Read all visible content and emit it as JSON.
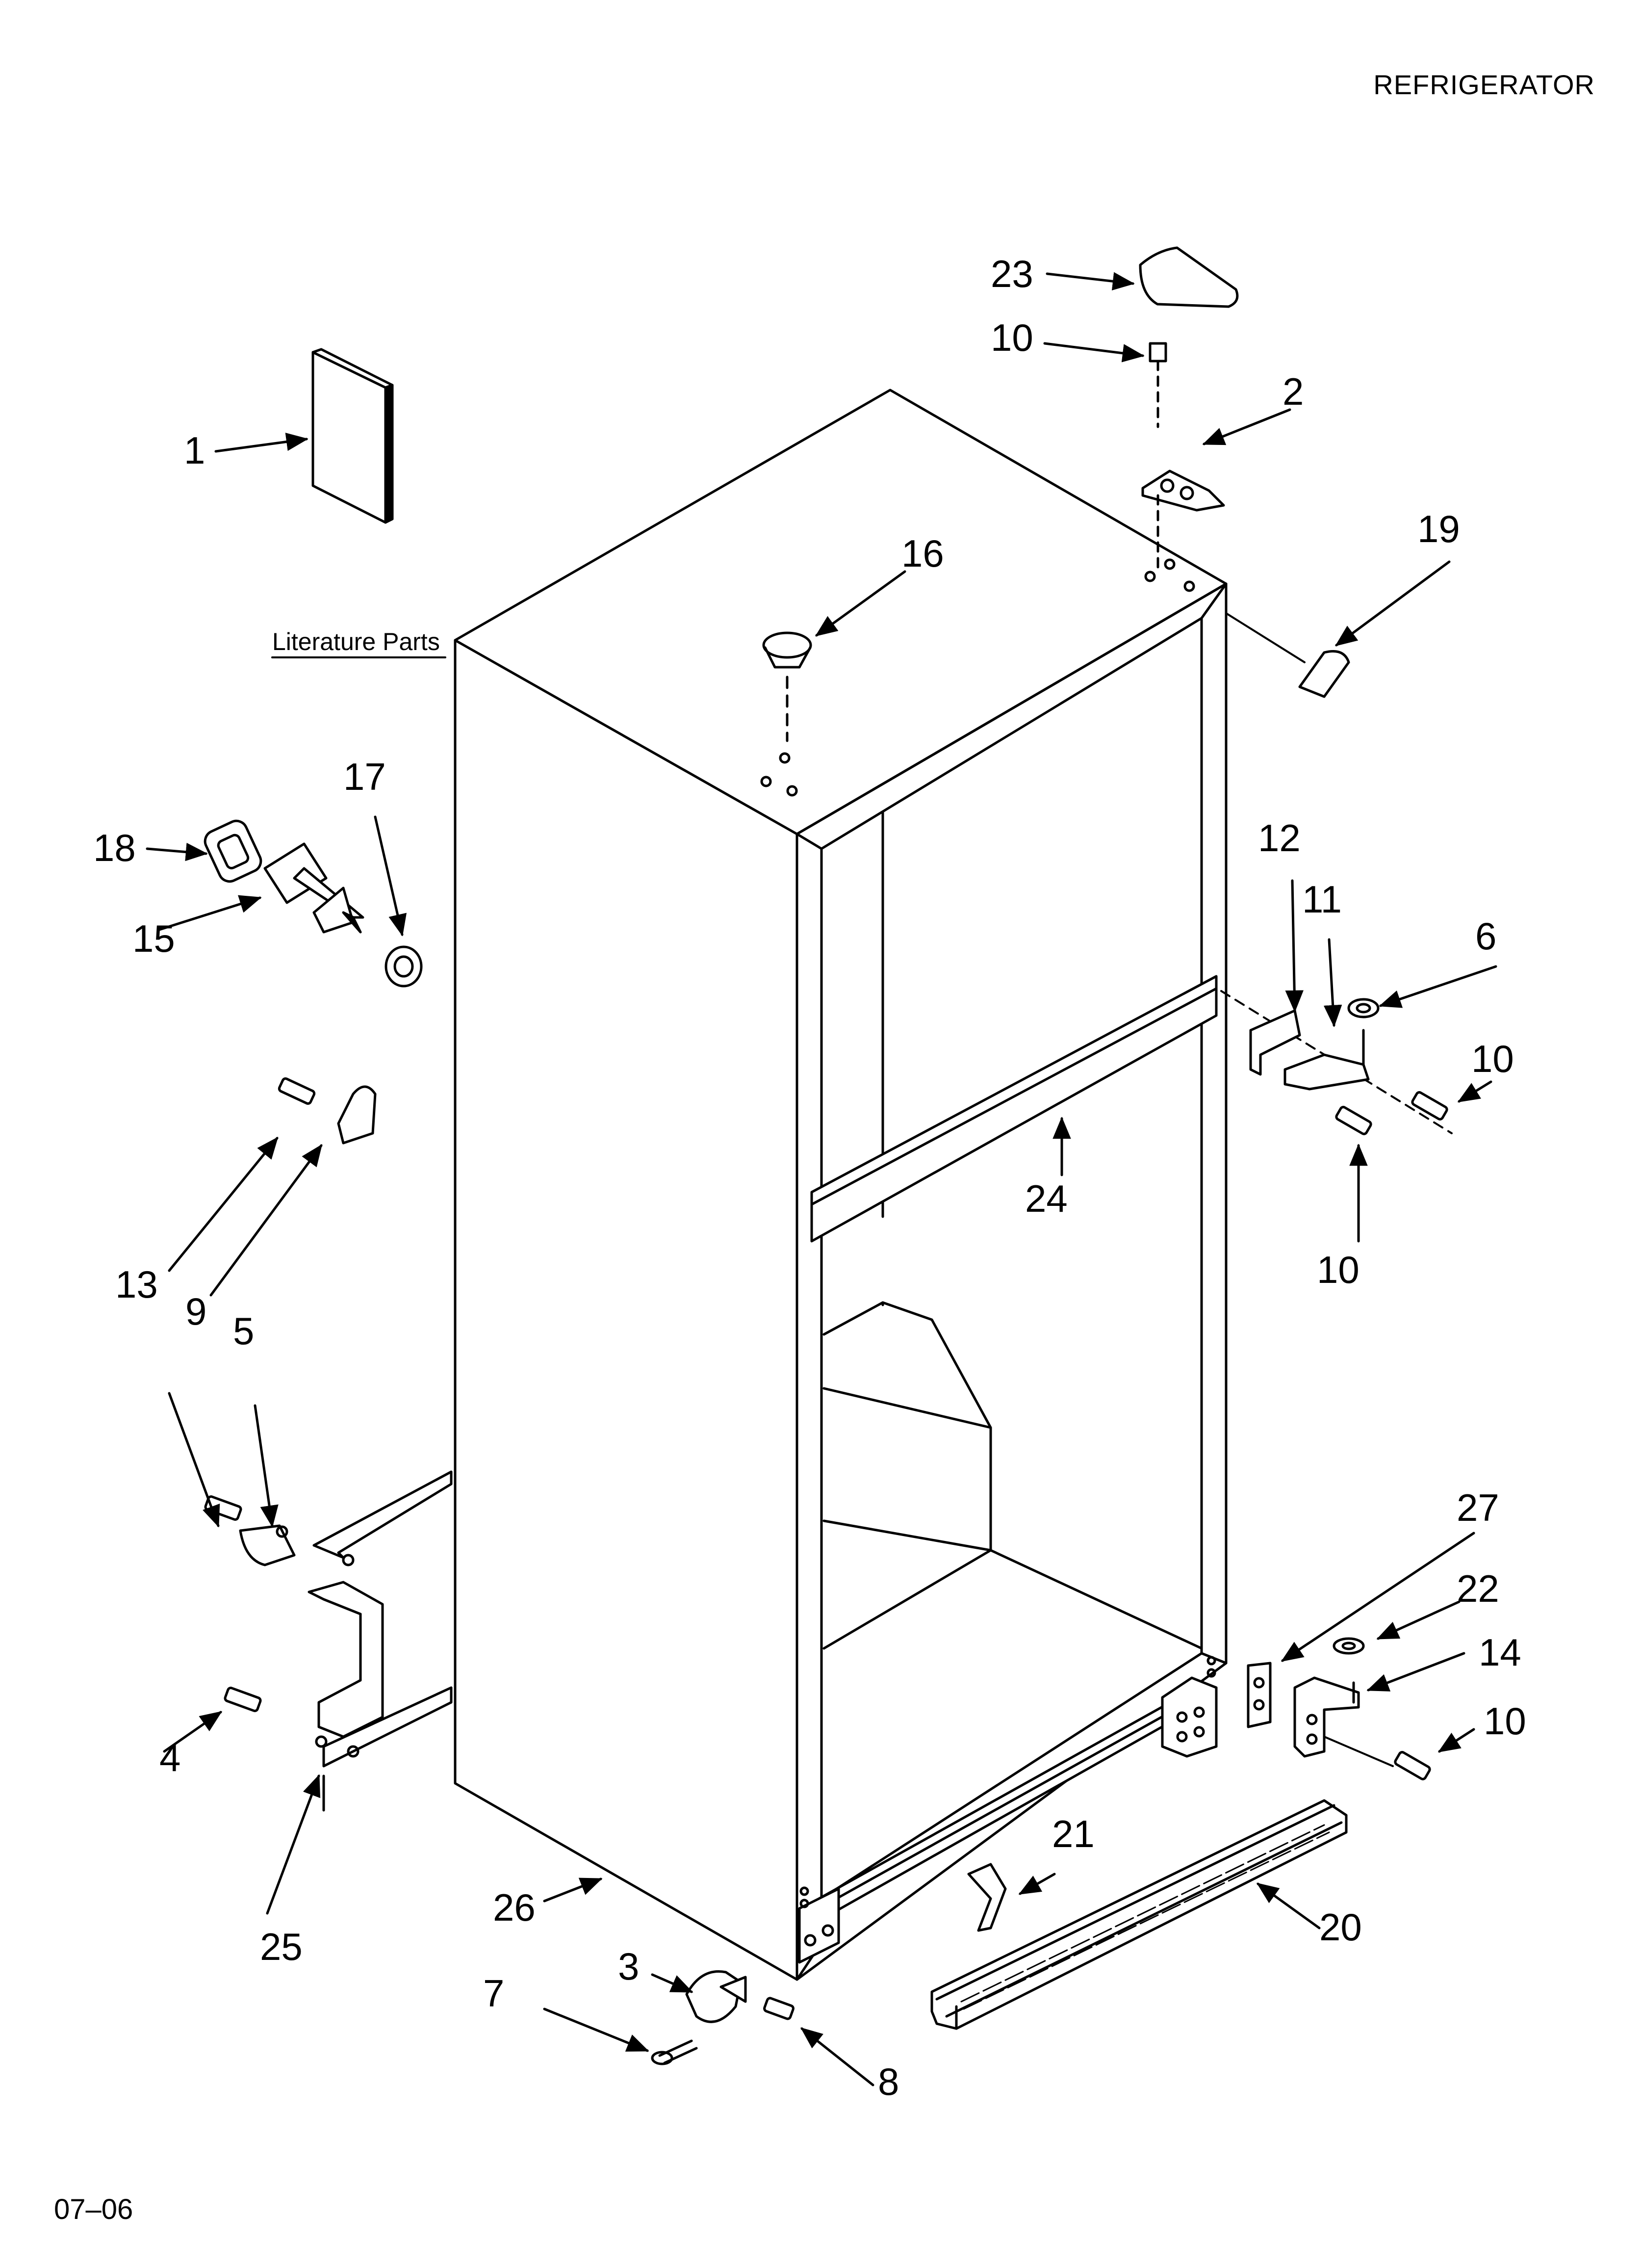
{
  "header": {
    "title": "REFRIGERATOR"
  },
  "footer": {
    "date_code": "07–06"
  },
  "literature_label": "Literature Parts",
  "callouts": [
    {
      "id": "c1",
      "label": "1"
    },
    {
      "id": "c2",
      "label": "2"
    },
    {
      "id": "c3",
      "label": "3"
    },
    {
      "id": "c4",
      "label": "4"
    },
    {
      "id": "c5",
      "label": "5"
    },
    {
      "id": "c6",
      "label": "6"
    },
    {
      "id": "c7",
      "label": "7"
    },
    {
      "id": "c8",
      "label": "8"
    },
    {
      "id": "c9",
      "label": "9"
    },
    {
      "id": "c10a",
      "label": "10"
    },
    {
      "id": "c10b",
      "label": "10"
    },
    {
      "id": "c10c",
      "label": "10"
    },
    {
      "id": "c10d",
      "label": "10"
    },
    {
      "id": "c11",
      "label": "11"
    },
    {
      "id": "c12",
      "label": "12"
    },
    {
      "id": "c13",
      "label": "13"
    },
    {
      "id": "c14",
      "label": "14"
    },
    {
      "id": "c15",
      "label": "15"
    },
    {
      "id": "c16",
      "label": "16"
    },
    {
      "id": "c17",
      "label": "17"
    },
    {
      "id": "c18",
      "label": "18"
    },
    {
      "id": "c19",
      "label": "19"
    },
    {
      "id": "c20",
      "label": "20"
    },
    {
      "id": "c21",
      "label": "21"
    },
    {
      "id": "c22",
      "label": "22"
    },
    {
      "id": "c23",
      "label": "23"
    },
    {
      "id": "c24",
      "label": "24"
    },
    {
      "id": "c25",
      "label": "25"
    },
    {
      "id": "c26",
      "label": "26"
    },
    {
      "id": "c27",
      "label": "27"
    }
  ]
}
